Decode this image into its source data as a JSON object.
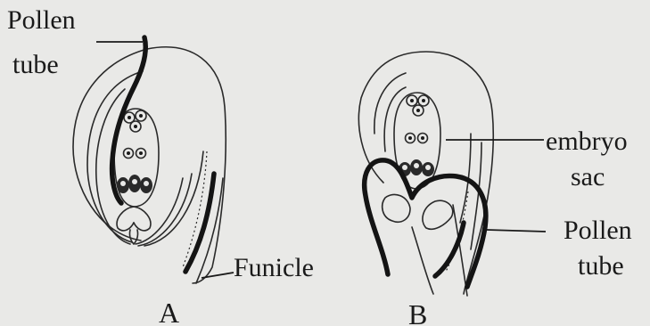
{
  "figure": {
    "panel_a": {
      "letter": "A",
      "labels": {
        "pollen_tube_line1": "Pollen",
        "pollen_tube_line2": "tube",
        "funicle": "Funicle"
      }
    },
    "panel_b": {
      "letter": "B",
      "labels": {
        "embryo_sac_line1": "embryo",
        "embryo_sac_line2": "sac",
        "pollen_tube_line1": "Pollen",
        "pollen_tube_line2": "tube"
      }
    }
  },
  "colors": {
    "background": "#e9e9e7",
    "ink": "#1a1a1a"
  }
}
